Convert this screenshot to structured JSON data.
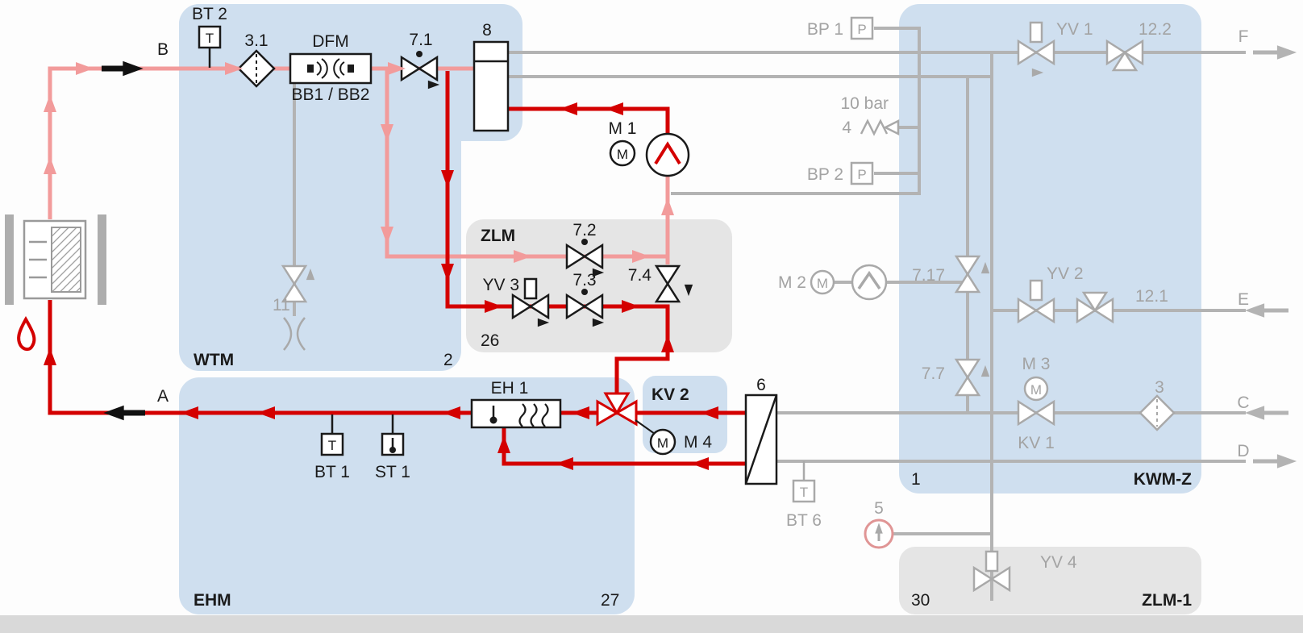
{
  "colors": {
    "hot_line": "#d40000",
    "warm_line": "#f29b9b",
    "inactive_line": "#b3b3b3",
    "zone_blue": "#cfdfef",
    "zone_gray": "#e5e5e5"
  },
  "zones": {
    "wtm": {
      "label": "WTM",
      "num": "2"
    },
    "ehm": {
      "label": "EHM",
      "num": "27"
    },
    "zlm": {
      "label": "ZLM",
      "num": "26"
    },
    "kv2": {
      "label": "KV 2"
    },
    "kwmz": {
      "label": "KWM-Z",
      "num": "1"
    },
    "zlm1": {
      "label": "ZLM-1",
      "num": "30"
    }
  },
  "ports": {
    "a": "A",
    "b": "B",
    "c": "C",
    "d": "D",
    "e": "E",
    "f": "F"
  },
  "components": {
    "bt2": {
      "label": "BT 2",
      "glyph": "T"
    },
    "bt1": {
      "label": "BT 1",
      "glyph": "T"
    },
    "st1": {
      "label": "ST 1"
    },
    "bt6": {
      "label": "BT 6",
      "glyph": "T"
    },
    "bp1": {
      "label": "BP 1",
      "glyph": "P"
    },
    "bp2": {
      "label": "BP 2",
      "glyph": "P"
    },
    "filter31": {
      "label": "3.1"
    },
    "filter3": {
      "label": "3"
    },
    "dfm": {
      "label": "DFM",
      "sublabel": "BB1 / BB2"
    },
    "v71": {
      "label": "7.1"
    },
    "v72": {
      "label": "7.2"
    },
    "v73": {
      "label": "7.3"
    },
    "v74": {
      "label": "7.4"
    },
    "v77": {
      "label": "7.7"
    },
    "v717": {
      "label": "7.17"
    },
    "v11": {
      "label": "11"
    },
    "v121": {
      "label": "12.1"
    },
    "v122": {
      "label": "12.2"
    },
    "yv1": {
      "label": "YV 1"
    },
    "yv2": {
      "label": "YV 2"
    },
    "yv3": {
      "label": "YV 3"
    },
    "yv4": {
      "label": "YV 4"
    },
    "kv1": {
      "label": "KV 1"
    },
    "vessel8": {
      "label": "8"
    },
    "pump_m1": {
      "label": "M 1",
      "glyph": "M"
    },
    "pump_m2": {
      "label": "M 2",
      "glyph": "M"
    },
    "motor_m3": {
      "label": "M 3",
      "glyph": "M"
    },
    "motor_m4": {
      "label": "M 4",
      "glyph": "M"
    },
    "eh1": {
      "label": "EH 1"
    },
    "hx6": {
      "label": "6"
    },
    "circ5": {
      "label": "5"
    },
    "relief4": {
      "label": "4",
      "pressure": "10 bar"
    }
  }
}
